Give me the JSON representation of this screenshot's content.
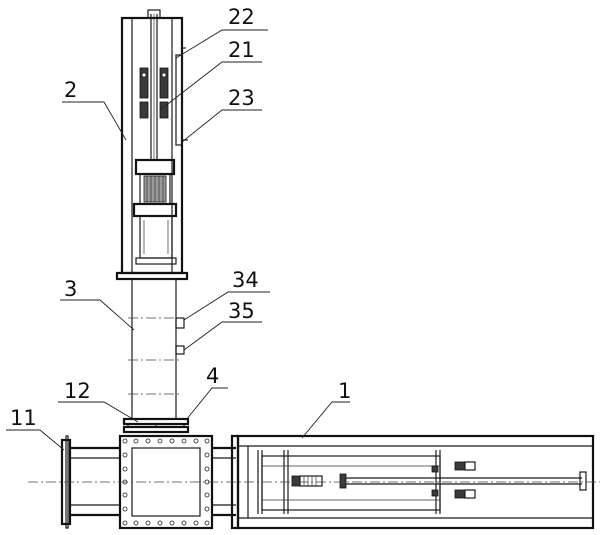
{
  "callouts": {
    "c22": "22",
    "c21": "21",
    "c2": "2",
    "c23": "23",
    "c3": "3",
    "c34": "34",
    "c35": "35",
    "c12": "12",
    "c4": "4",
    "c11": "11",
    "c1": "1"
  }
}
